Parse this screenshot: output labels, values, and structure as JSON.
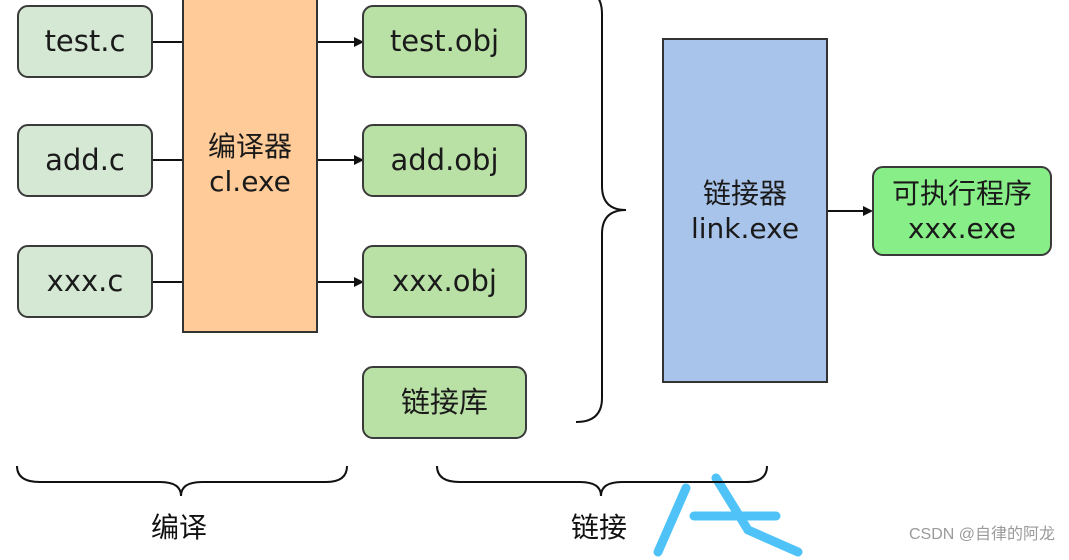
{
  "sources": [
    {
      "label": "test.c"
    },
    {
      "label": "add.c"
    },
    {
      "label": "xxx.c"
    }
  ],
  "compiler": {
    "line1": "编译器",
    "line2": "cl.exe"
  },
  "objects": [
    {
      "label": "test.obj"
    },
    {
      "label": "add.obj"
    },
    {
      "label": "xxx.obj"
    }
  ],
  "library": {
    "label": "链接库"
  },
  "linker": {
    "line1": "链接器",
    "line2": "link.exe"
  },
  "executable": {
    "line1": "可执行程序",
    "line2": "xxx.exe"
  },
  "stages": {
    "compile": "编译",
    "link": "链接"
  },
  "watermark": "CSDN @自律的阿龙",
  "colors": {
    "source_fill": "#d5e8d4",
    "object_fill": "#b9e0a5",
    "compiler_fill": "#ffcc99",
    "linker_fill": "#a9c4eb",
    "executable_fill": "#88ee88",
    "watermark_logo": "#4fc3f7"
  }
}
